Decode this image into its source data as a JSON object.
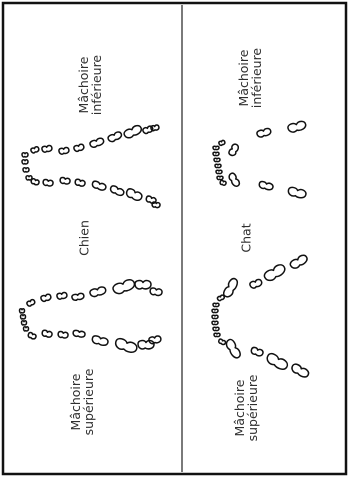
{
  "panels": [
    {
      "animal": "Chien",
      "upper_jaw": [
        "Mâchoire",
        "supérieure"
      ],
      "lower_jaw": [
        "Mâchoire",
        "inférieure"
      ]
    },
    {
      "animal": "Chat",
      "upper_jaw": [
        "Mâchoire",
        "supérieure"
      ],
      "lower_jaw": [
        "Mâchoire",
        "inférieure"
      ]
    }
  ],
  "colors": {
    "ink": "#111111",
    "text": "#2f2f2f",
    "paper": "#ffffff"
  }
}
